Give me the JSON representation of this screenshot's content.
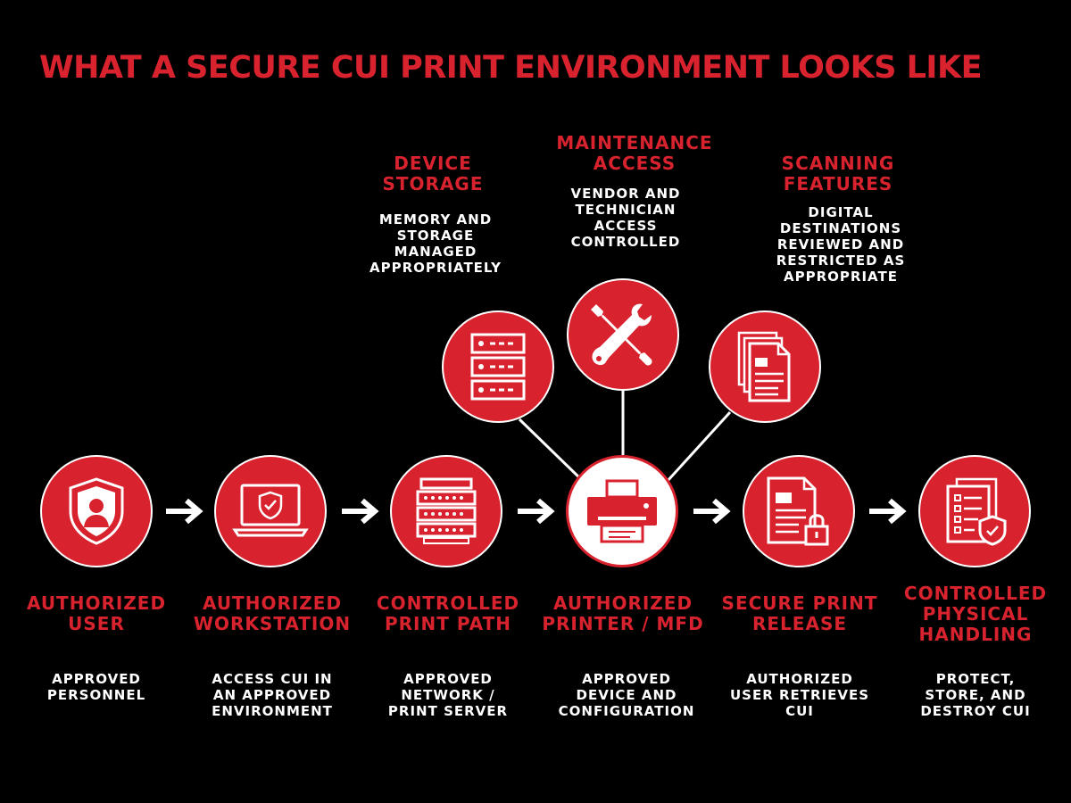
{
  "title": "WHAT A SECURE CUI PRINT ENVIRONMENT LOOKS LIKE",
  "colors": {
    "accent": "#d8232f",
    "background": "#000000",
    "text": "#ffffff"
  },
  "flow": [
    {
      "icon": "user-shield-icon",
      "label": [
        "AUTHORIZED",
        "USER"
      ],
      "desc": [
        "APPROVED",
        "PERSONNEL"
      ]
    },
    {
      "icon": "laptop-shield-icon",
      "label": [
        "AUTHORIZED",
        "WORKSTATION"
      ],
      "desc": [
        "ACCESS CUI IN",
        "AN APPROVED",
        "ENVIRONMENT"
      ]
    },
    {
      "icon": "print-server-icon",
      "label": [
        "CONTROLLED",
        "PRINT PATH"
      ],
      "desc": [
        "APPROVED",
        "NETWORK /",
        "PRINT SERVER"
      ]
    },
    {
      "icon": "printer-icon",
      "label": [
        "AUTHORIZED",
        "PRINTER / MFD"
      ],
      "desc": [
        "APPROVED",
        "DEVICE AND",
        "CONFIGURATION"
      ]
    },
    {
      "icon": "secure-document-icon",
      "label": [
        "SECURE PRINT",
        "RELEASE"
      ],
      "desc": [
        "AUTHORIZED",
        "USER RETRIEVES",
        "CUI"
      ]
    },
    {
      "icon": "checklist-shield-icon",
      "label": [
        "CONTROLLED",
        "PHYSICAL",
        "HANDLING"
      ],
      "desc": [
        "PROTECT,",
        "STORE, AND",
        "DESTROY CUI"
      ]
    }
  ],
  "satellites": [
    {
      "icon": "storage-server-icon",
      "label": [
        "DEVICE",
        "STORAGE"
      ],
      "desc": [
        "MEMORY AND",
        "STORAGE",
        "MANAGED",
        "APPROPRIATELY"
      ]
    },
    {
      "icon": "tools-icon",
      "label": [
        "MAINTENANCE",
        "ACCESS"
      ],
      "desc": [
        "VENDOR AND",
        "TECHNICIAN",
        "ACCESS",
        "CONTROLLED"
      ]
    },
    {
      "icon": "scan-documents-icon",
      "label": [
        "SCANNING",
        "FEATURES"
      ],
      "desc": [
        "DIGITAL",
        "DESTINATIONS",
        "REVIEWED AND",
        "RESTRICTED AS",
        "APPROPRIATE"
      ]
    }
  ]
}
